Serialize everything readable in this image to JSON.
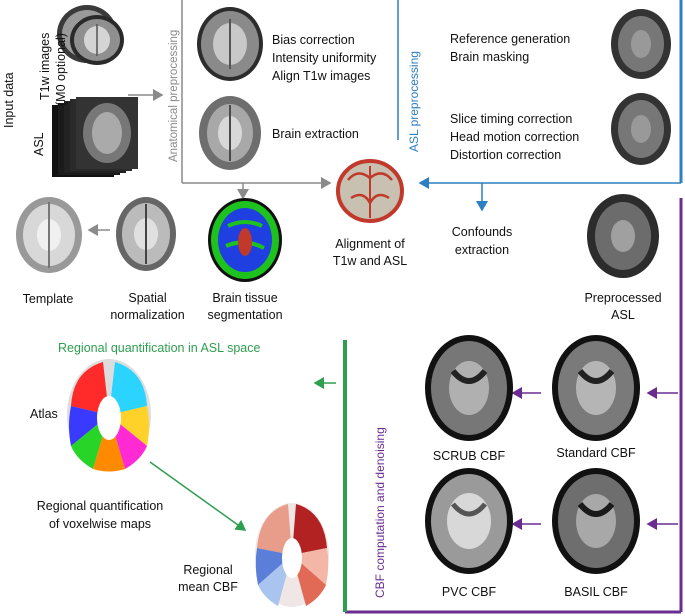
{
  "input": {
    "section_label": "Input data",
    "t1w_label_line1": "T1w images",
    "t1w_label_line2": "(M0 optional)",
    "asl_label": "ASL"
  },
  "anatomical": {
    "section_label": "Anatomical preprocessing",
    "steps1": [
      "Bias correction",
      "Intensity uniformity",
      "Align T1w images"
    ],
    "step2": "Brain extraction"
  },
  "asl_pre": {
    "section_label": "ASL preprocessing",
    "steps1": [
      "Reference generation",
      "Brain masking"
    ],
    "steps2": [
      "Slice timing correction",
      "Head motion correction",
      "Distortion correction"
    ],
    "confounds_line1": "Confounds",
    "confounds_line2": "extraction",
    "preprocessed_line1": "Preprocessed",
    "preprocessed_line2": "ASL"
  },
  "alignment": {
    "line1": "Alignment of",
    "line2": "T1w and ASL"
  },
  "template_label": "Template",
  "spatial": {
    "line1": "Spatial",
    "line2": "normalization"
  },
  "segmentation": {
    "line1": "Brain tissue",
    "line2": "segmentation"
  },
  "regional": {
    "title": "Regional quantification in ASL space",
    "atlas_label": "Atlas",
    "quant_line1": "Regional quantification",
    "quant_line2": "of voxelwise maps",
    "mean_line1": "Regional",
    "mean_line2": "mean CBF"
  },
  "cbf": {
    "section_label": "CBF computation and denoising",
    "scrub": "SCRUB CBF",
    "standard": "Standard CBF",
    "pvc": "PVC CBF",
    "basil": "BASIL CBF"
  },
  "colors": {
    "gray_line": "#8a8a8a",
    "blue": "#2c7fc0",
    "purple": "#6a2c91",
    "green": "#2e9e4f"
  }
}
